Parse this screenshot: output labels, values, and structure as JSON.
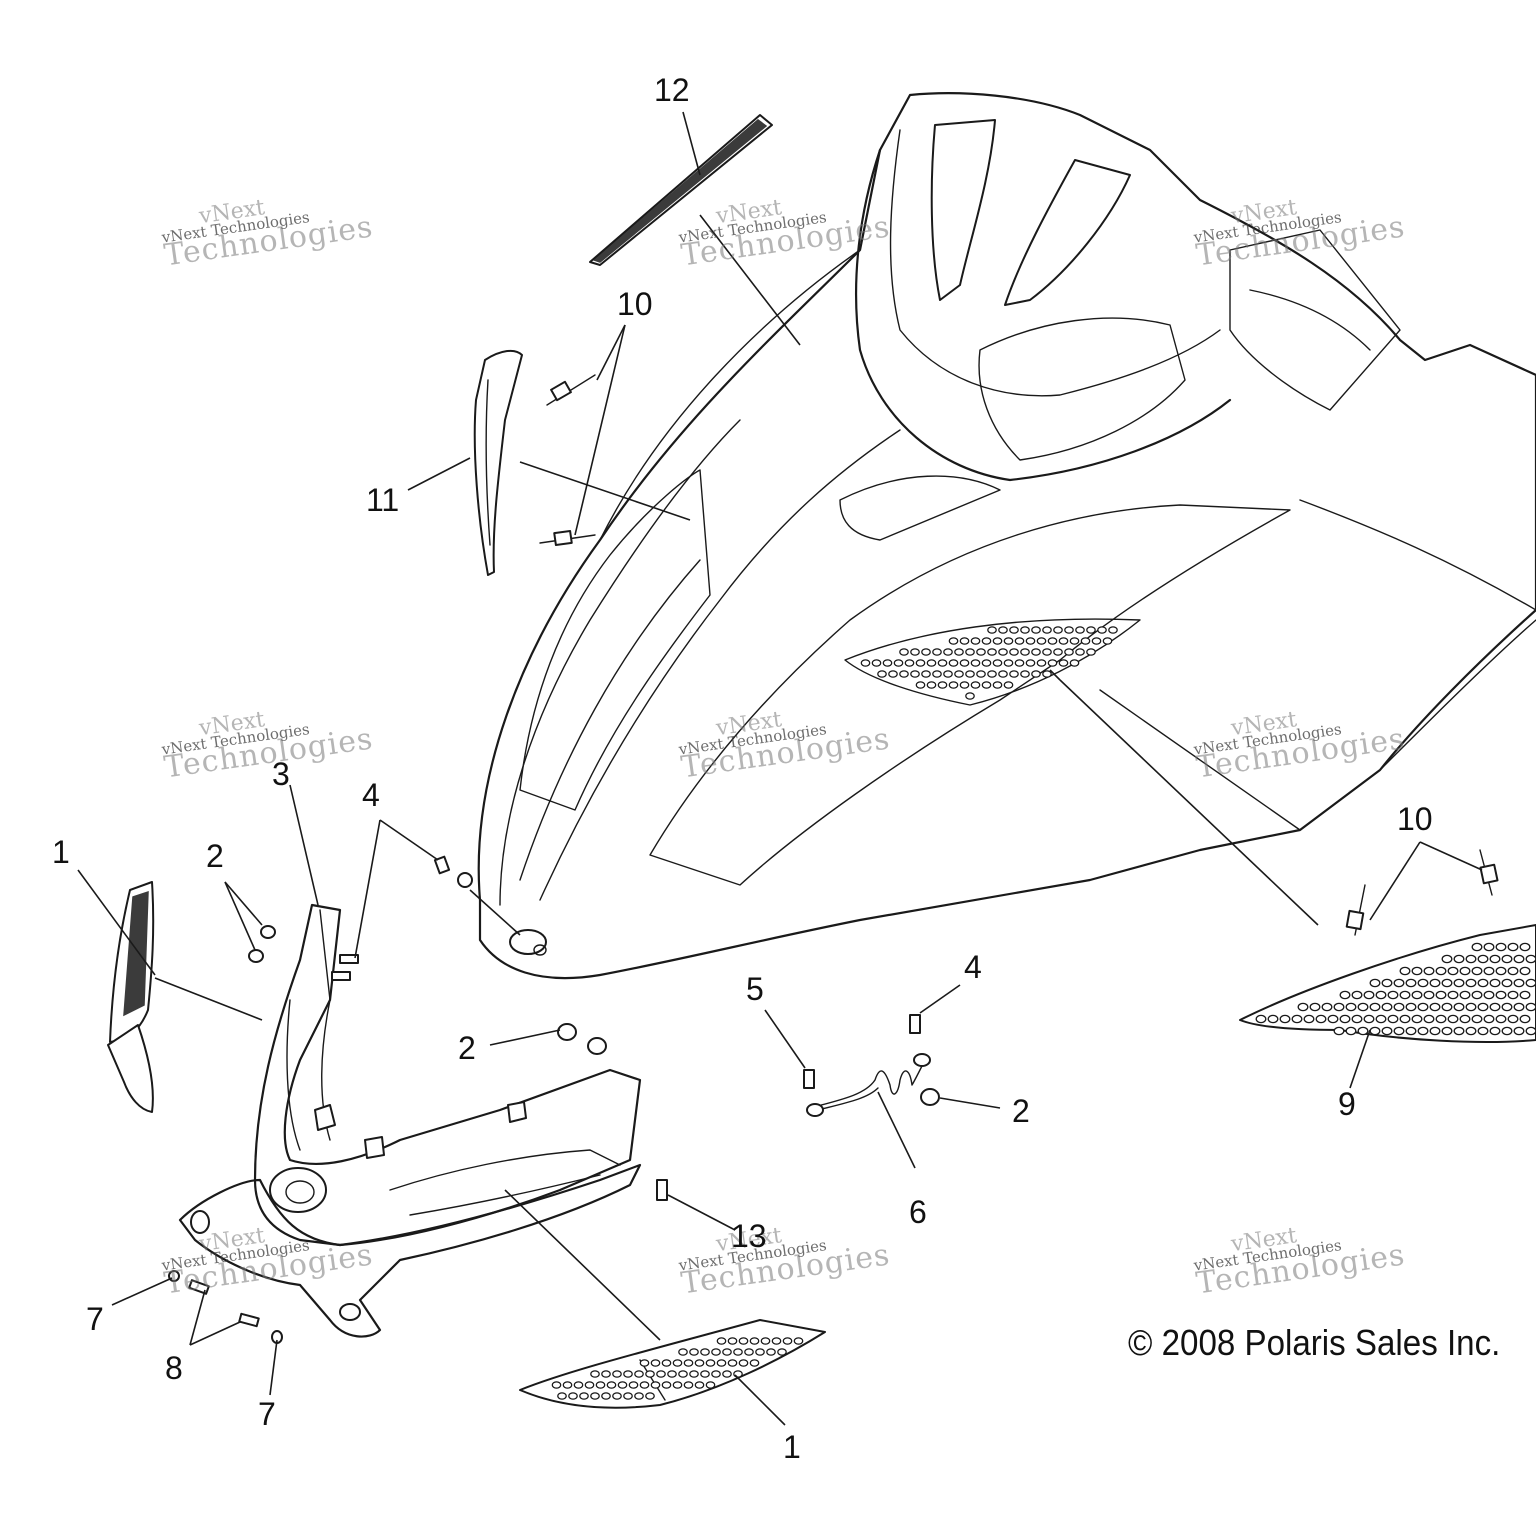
{
  "callouts": {
    "c12": "12",
    "c10_top": "10",
    "c11": "11",
    "c3": "3",
    "c4_left": "4",
    "c1_left": "1",
    "c2_left": "2",
    "c2_mid": "2",
    "c5": "5",
    "c4_right": "4",
    "c2_right": "2",
    "c6": "6",
    "c10_right": "10",
    "c9": "9",
    "c13": "13",
    "c7_left": "7",
    "c8": "8",
    "c7_bottom": "7",
    "c1_bottom": "1"
  },
  "copyright": "© 2008 Polaris Sales Inc.",
  "watermark": {
    "line1": "vNext",
    "line2": "vNext Technologies",
    "line3": "Technologies"
  },
  "colors": {
    "ink": "#1a1a1a",
    "background": "#ffffff",
    "watermark": "#787878"
  }
}
